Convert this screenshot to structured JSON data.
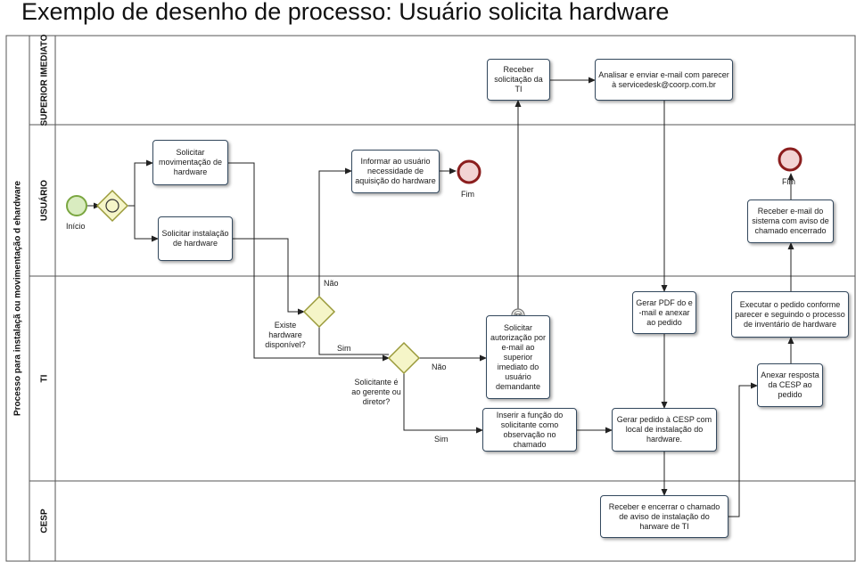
{
  "title": "Exemplo de desenho de processo: Usuário solicita hardware",
  "pool": {
    "label": "Processo para instalaçã ou movimentação d ehardware"
  },
  "lanes": {
    "superior": "SUPERIOR IMEDIATO",
    "usuario": "USUÁRIO",
    "ti": "TI",
    "cesp": "CESP"
  },
  "events": {
    "start": "Início",
    "end1": "Fim",
    "end2": "Fim"
  },
  "tasks": {
    "solicitar_mov": "Solicitar movimentação de hardware",
    "solicitar_inst": "Solicitar instalação de hardware",
    "informar": "Informar ao usuário necessidade de aquisição do hardware",
    "receber_ti": "Receber solicitação da TI",
    "analisar": "Analisar e enviar e-mail com parecer à servicedesk@coorp.com.br",
    "solicitar_aut": "Solicitar autorização por e-mail ao superior imediato do usuário demandante",
    "inserir": "Inserir a função do solicitante como observação no chamado",
    "gerar_pdf": "Gerar PDF do e -mail e anexar ao pedido",
    "gerar_pedido": "Gerar pedido à CESP com local de instalação do hardware.",
    "receber_encerrar": "Receber e encerrar o chamado de aviso de instalação do harware de TI",
    "anexar": "Anexar resposta da CESP ao pedido",
    "executar": "Executar o pedido conforme parecer e seguindo o processo de inventário de hardware",
    "receber_email": "Receber e-mail do sistema com aviso de chamado encerrado"
  },
  "gateways": {
    "g2_question": "Existe hardware disponível?",
    "g2_no": "Não",
    "g2_yes": "Sim",
    "g3_question": "Solicitante é ao gerente ou diretor?",
    "g3_no": "Não",
    "g3_yes": "Sim"
  },
  "colors": {
    "task_border": "#34495e",
    "start_fill": "#d9ecc0",
    "start_stroke": "#7aa640",
    "end_fill": "#f2d4d4",
    "end_stroke": "#8b1e1e",
    "gateway_fill": "#f5f5c8",
    "gateway_stroke": "#9a9a3a"
  }
}
